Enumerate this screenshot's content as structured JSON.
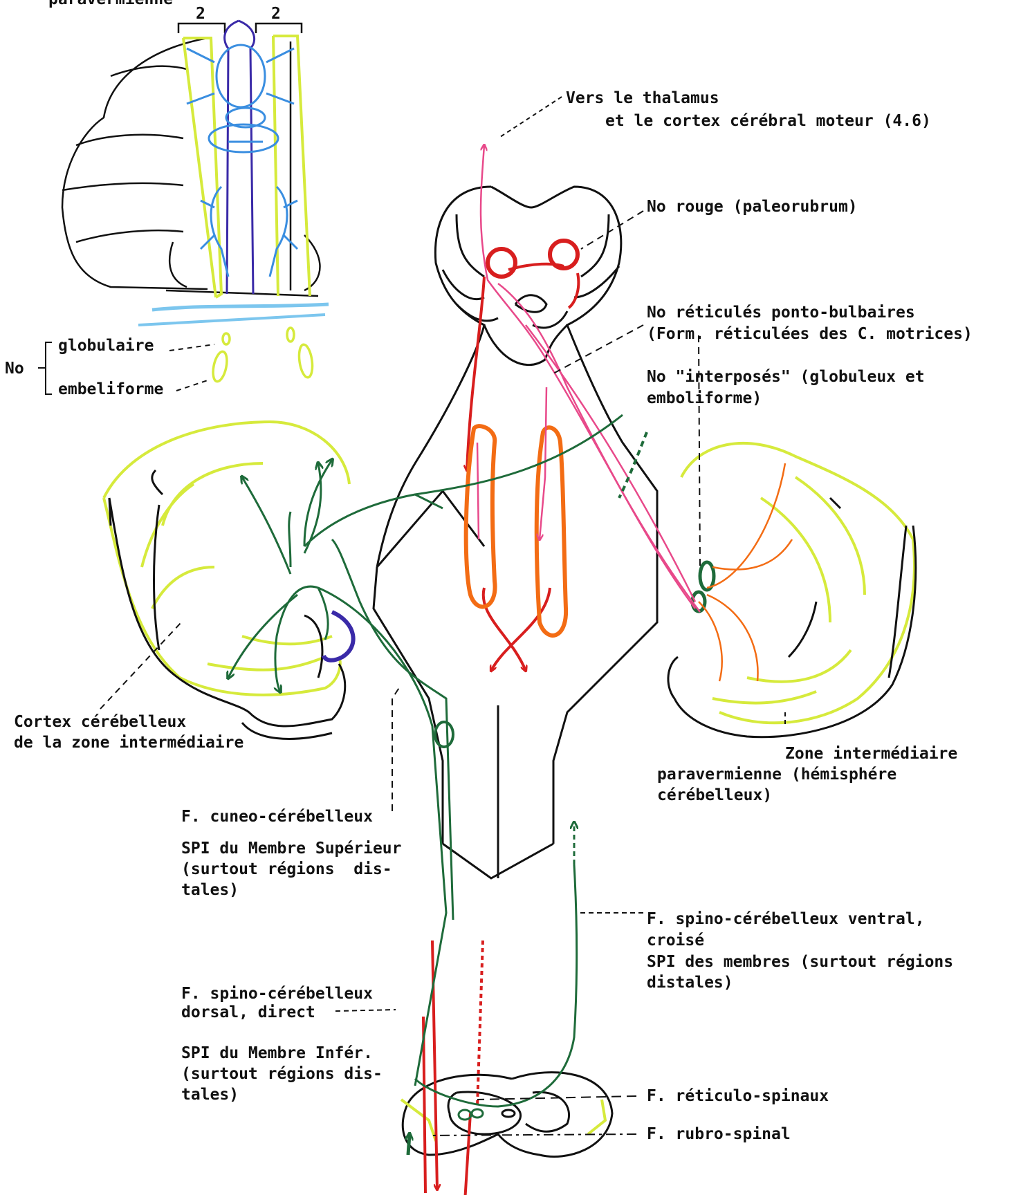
{
  "labels": {
    "top_left_partial": "paravermienne",
    "zone_number_left": "2",
    "zone_number_right": "2",
    "no_prefix": "No",
    "globulaire": "globulaire",
    "embeliforme": "embeliforme",
    "thalamus_line1": "Vers le thalamus",
    "thalamus_line2": "et le cortex cérébral moteur (4.6)",
    "no_rouge": "No rouge (paleorubrum)",
    "reticules_line1": "No réticulés ponto-bulbaires",
    "reticules_line2": "(Form. réticulées des C. motrices)",
    "interposes_line1": "No \"interposés\" (globuleux et",
    "interposes_line2": "emboliforme)",
    "cortex_line1": "Cortex cérébelleux",
    "cortex_line2": "de la zone intermédiaire",
    "zone_line1": "Zone intermédiaire",
    "zone_line2": "paravermienne (hémisphére",
    "zone_line3": "cérébelleux)",
    "cuneo": "F. cuneo-cérébelleux",
    "spi_sup_line1": "SPI du Membre Supérieur",
    "spi_sup_line2": "(surtout régions  dis-",
    "spi_sup_line3": "tales)",
    "ventral_line1": "F. spino-cérébelleux ventral,",
    "ventral_line2": "croisé",
    "ventral_line3": "SPI des membres (surtout régions",
    "ventral_line4": "distales)",
    "dorsal_line1": "F. spino-cérébelleux",
    "dorsal_line2": "dorsal, direct",
    "spi_inf_line1": "SPI du Membre Infér.",
    "spi_inf_line2": "(surtout régions dis-",
    "spi_inf_line3": "tales)",
    "reticulo_spinaux": "F. réticulo-spinaux",
    "rubro_spinal": "F. rubro-spinal"
  },
  "colors": {
    "outline": "#111111",
    "yellow_green": "#d6ea3c",
    "dark_green": "#1e6b3a",
    "red": "#d81e1e",
    "pink": "#e8498a",
    "orange": "#f36c14",
    "blue": "#3a8ee0",
    "light_blue": "#7cc6ee",
    "purple": "#3a2aa8"
  }
}
